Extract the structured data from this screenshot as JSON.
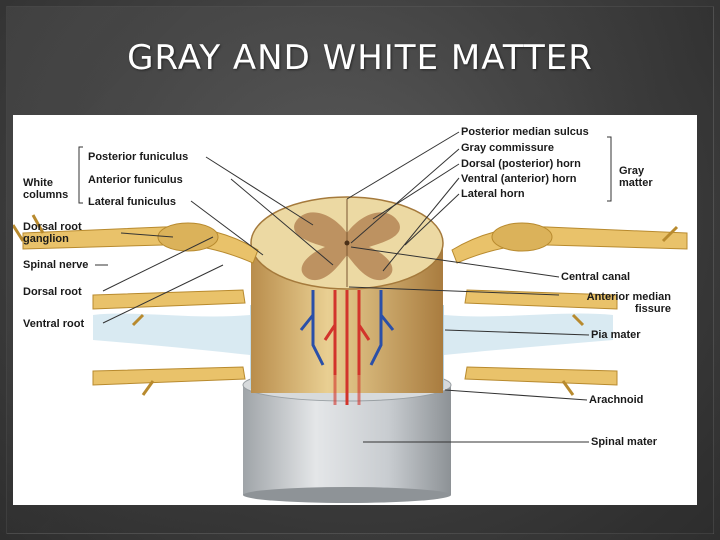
{
  "slide": {
    "title": "GRAY AND WHITE MATTER"
  },
  "labels": {
    "white_columns": "White columns",
    "posterior_funiculus": "Posterior funiculus",
    "anterior_funiculus": "Anterior funiculus",
    "lateral_funiculus": "Lateral funiculus",
    "dorsal_root_ganglion": "Dorsal root ganglion",
    "spinal_nerve": "Spinal nerve",
    "dorsal_root": "Dorsal root",
    "ventral_root": "Ventral root",
    "posterior_median_sulcus": "Posterior median sulcus",
    "gray_commissure": "Gray commissure",
    "dorsal_horn": "Dorsal (posterior) horn",
    "ventral_horn": "Ventral (anterior) horn",
    "lateral_horn": "Lateral horn",
    "gray_matter": "Gray matter",
    "central_canal": "Central canal",
    "anterior_median_fissure": "Anterior median fissure",
    "pia_mater": "Pia mater",
    "arachnoid": "Arachnoid",
    "spinal_mater": "Spinal mater"
  },
  "colors": {
    "white_matter": "#e8d49a",
    "gray_matter": "#b8895a",
    "nerve": "#e9c26a",
    "dura": "#c9cdd0",
    "artery": "#d2342c",
    "vein": "#2a4fa8"
  }
}
